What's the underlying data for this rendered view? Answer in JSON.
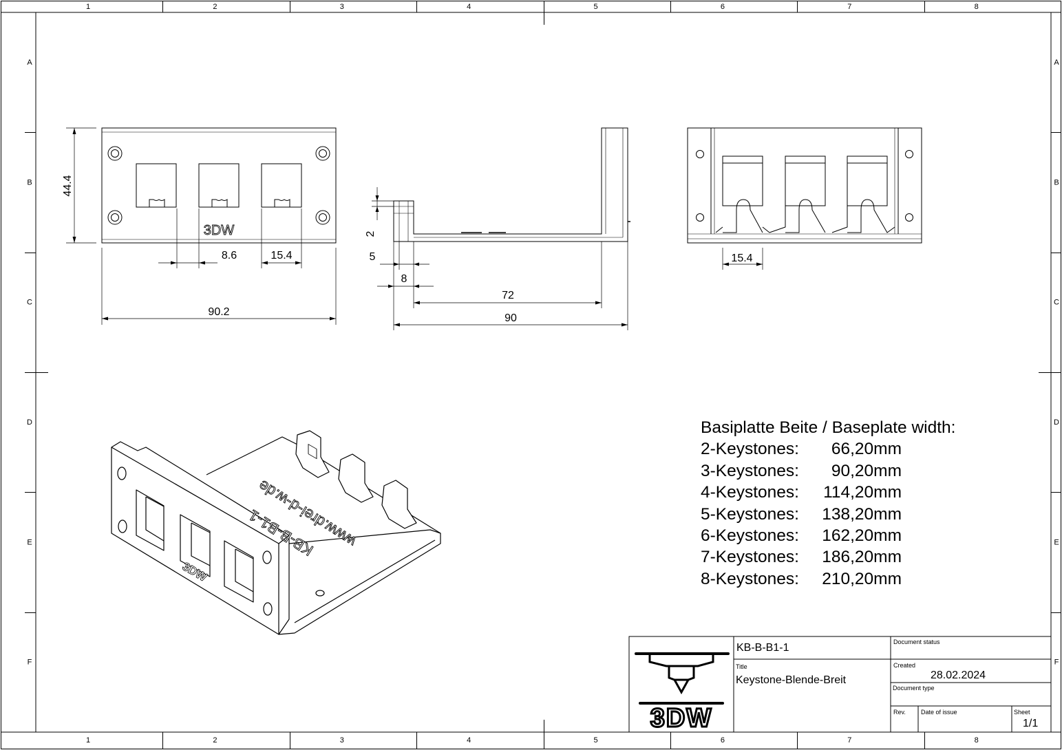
{
  "grid": {
    "columns": [
      "1",
      "2",
      "3",
      "4",
      "5",
      "6",
      "7",
      "8"
    ],
    "rows": [
      "A",
      "B",
      "C",
      "D",
      "E",
      "F"
    ]
  },
  "front_view": {
    "engraving": "3DW",
    "dim_height": "44.4",
    "dim_gap": "8.6",
    "dim_cutout": "15.4",
    "dim_width": "90.2"
  },
  "side_view": {
    "dim_tab": "2",
    "dim_thickness": "5",
    "dim_bracket": "8",
    "dim_inner": "72",
    "dim_overall": "90"
  },
  "rear_view": {
    "dim_cutout": "15.4"
  },
  "iso_view": {
    "engraving_logo": "3DW",
    "engraving_part": "KB-B-B1-1",
    "engraving_url": "www.drei-d-w.de"
  },
  "width_table": {
    "heading": "Basiplatte Beite / Baseplate width:",
    "rows": [
      {
        "label": "2-Keystones:",
        "value": "66,20mm"
      },
      {
        "label": "3-Keystones:",
        "value": "90,20mm"
      },
      {
        "label": "4-Keystones:",
        "value": "114,20mm"
      },
      {
        "label": "5-Keystones:",
        "value": "138,20mm"
      },
      {
        "label": "6-Keystones:",
        "value": "162,20mm"
      },
      {
        "label": "7-Keystones:",
        "value": "186,20mm"
      },
      {
        "label": "8-Keystones:",
        "value": "210,20mm"
      }
    ]
  },
  "title_block": {
    "logo": "3DW",
    "part_number": "KB-B-B1-1",
    "title_caption": "Title",
    "title": "Keystone-Blende-Breit",
    "doc_status_caption": "Document status",
    "created_caption": "Created",
    "created": "28.02.2024",
    "doc_type_caption": "Document type",
    "rev_caption": "Rev.",
    "date_issue_caption": "Date of issue",
    "sheet_caption": "Sheet",
    "sheet": "1/1"
  }
}
